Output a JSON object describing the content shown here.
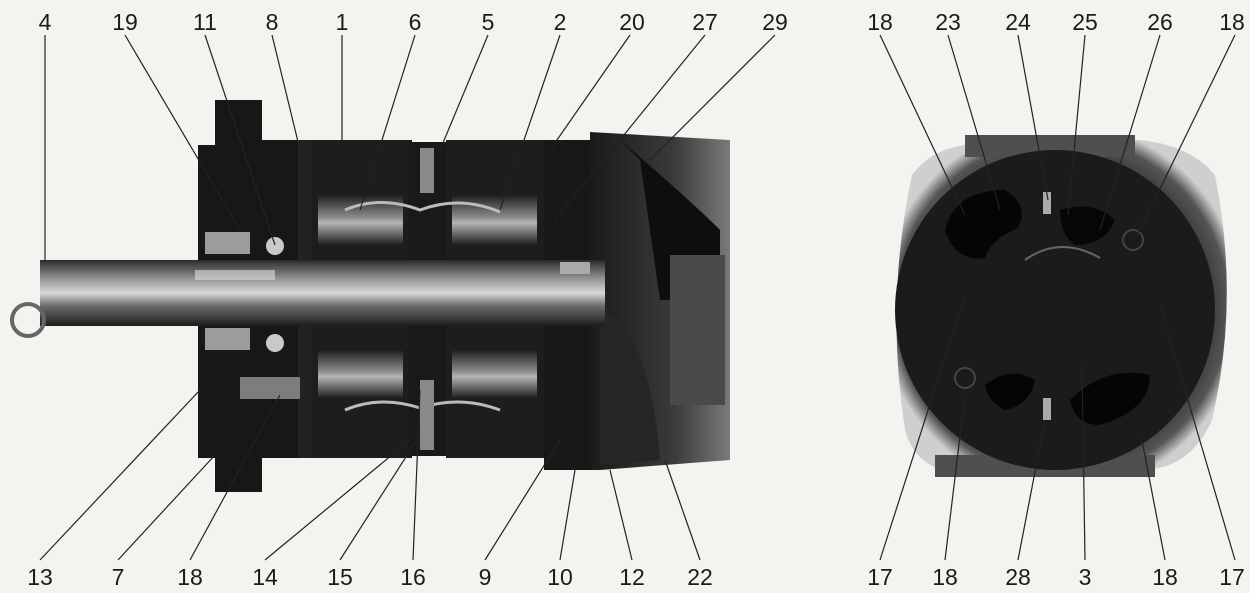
{
  "figure": {
    "left_view": {
      "callouts_top": [
        "4",
        "19",
        "11",
        "8",
        "1",
        "6",
        "5",
        "2",
        "20",
        "27",
        "29"
      ],
      "callouts_bottom": [
        "13",
        "7",
        "18",
        "14",
        "15",
        "16",
        "9",
        "10",
        "12",
        "22"
      ]
    },
    "right_view": {
      "callouts_top": [
        "18",
        "23",
        "24",
        "25",
        "26",
        "18"
      ],
      "callouts_bottom": [
        "17",
        "18",
        "28",
        "3",
        "18",
        "17"
      ]
    }
  }
}
